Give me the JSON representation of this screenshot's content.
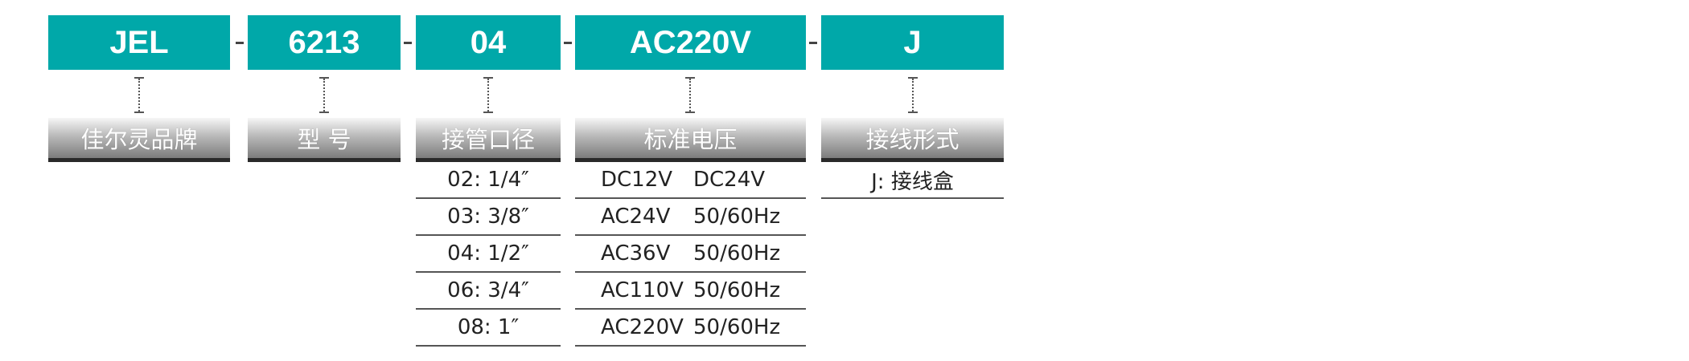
{
  "code": {
    "brand": "JEL",
    "model": "6213",
    "pipe": "04",
    "voltage": "AC220V",
    "wiring": "J",
    "separator": "-"
  },
  "labels": {
    "brand": "佳尔灵品牌",
    "model": "型 号",
    "pipe": "接管口径",
    "voltage": "标准电压",
    "wiring": "接线形式"
  },
  "pipe_options": [
    "02: 1/4″",
    "03: 3/8″",
    "04: 1/2″",
    "06: 3/4″",
    "08: 1″"
  ],
  "voltage_options": [
    {
      "a": "DC12V",
      "b": "DC24V"
    },
    {
      "a": "AC24V",
      "b": "50/60Hz"
    },
    {
      "a": "AC36V",
      "b": "50/60Hz"
    },
    {
      "a": "AC110V",
      "b": "50/60Hz"
    },
    {
      "a": "AC220V",
      "b": "50/60Hz"
    }
  ],
  "wiring_options": [
    "J: 接线盒"
  ],
  "colors": {
    "teal": "#00a8a9",
    "rule": "#2a2a2a"
  }
}
